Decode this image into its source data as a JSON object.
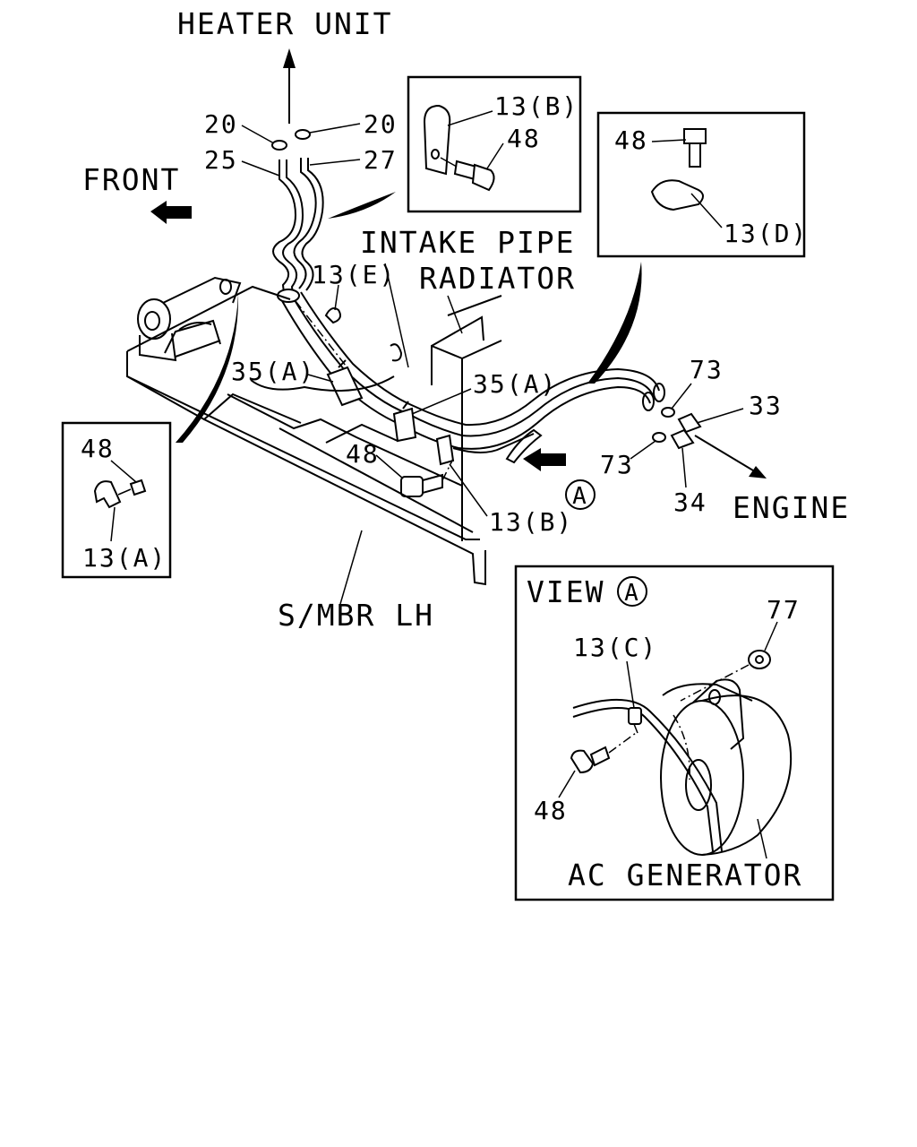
{
  "labels": {
    "heater_unit": "HEATER UNIT",
    "front": "FRONT",
    "intake_pipe": "INTAKE PIPE",
    "radiator": "RADIATOR",
    "engine": "ENGINE",
    "s_mbr_lh": "S/MBR LH",
    "view": "VIEW",
    "view_marker": "A",
    "callout_marker": "A",
    "ac_generator": "AC GENERATOR"
  },
  "part_numbers": {
    "p20_left": "20",
    "p20_right": "20",
    "p25": "25",
    "p27": "27",
    "p13e": "13(E)",
    "p35a_left": "35(A)",
    "p35a_right": "35(A)",
    "p48_main": "48",
    "p13b_main": "13(B)",
    "p73_top": "73",
    "p73_bottom": "73",
    "p33": "33",
    "p34": "34"
  },
  "inset_b": {
    "part_clip": "13(B)",
    "part_bolt": "48"
  },
  "inset_d": {
    "part_bolt": "48",
    "part_clip": "13(D)"
  },
  "inset_a": {
    "part_bolt": "48",
    "part_clip": "13(A)"
  },
  "view_a": {
    "part_nut": "77",
    "part_clip": "13(C)",
    "part_bolt": "48"
  }
}
